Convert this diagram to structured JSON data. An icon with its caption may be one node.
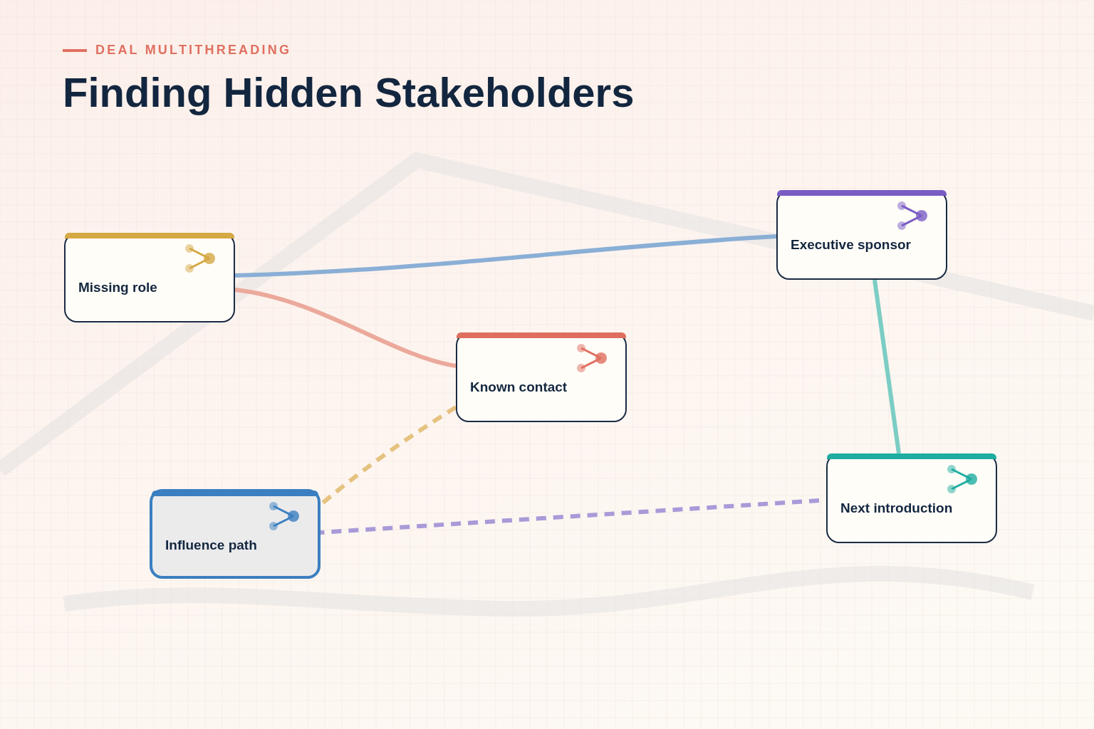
{
  "diagram": {
    "title": "Finding Hidden Stakeholders",
    "nodes": [
      {
        "text": [
          "Missing role"
        ]
      },
      {
        "text": [
          "Executive sponsor"
        ]
      },
      {
        "text": [
          "Known contact"
        ]
      },
      {
        "text": [
          "Next introduction"
        ]
      },
      {
        "text": [
          "Influence path"
        ]
      }
    ],
    "edges": [
      {
        "from": 0,
        "to": 1,
        "arrow": "none",
        "color": "#8aafd6"
      },
      {
        "from": 0,
        "to": 2,
        "arrow": "none",
        "color": "#eba99b"
      },
      {
        "from": 1,
        "to": 3,
        "arrow": "none",
        "color": "#7ccdc4"
      },
      {
        "from": 2,
        "to": 4,
        "arrow": "none",
        "style": "dashed",
        "color": "#e5c27f"
      },
      {
        "from": 3,
        "to": 4,
        "arrow": "none",
        "style": "dashed",
        "color": "#a99ad8"
      }
    ],
    "labels": [
      "DEAL MULTITHREADING"
    ]
  }
}
